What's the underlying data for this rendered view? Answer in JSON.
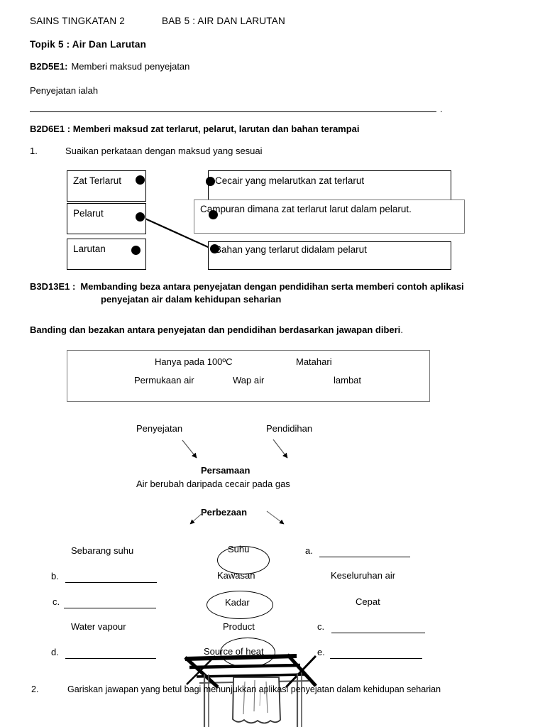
{
  "header": {
    "subject": "SAINS TINGKATAN 2",
    "chapter": "BAB 5 : AIR DAN LARUTAN",
    "topic": "Topik 5 : Air Dan Larutan"
  },
  "section_b2d5e1": {
    "code": "B2D5E1:",
    "title": "Memberi maksud penyejatan",
    "prompt": "Penyejatan ialah",
    "period": "."
  },
  "section_b2d6e1": {
    "heading": "B2D6E1 : Memberi maksud zat terlarut, pelarut, larutan dan bahan terampai",
    "question_number": "1.",
    "instruction": "Suaikan perkataan dengan maksud yang sesuai",
    "left_terms": [
      "Zat Terlarut",
      "Pelarut",
      "Larutan"
    ],
    "right_definitions": [
      "Cecair yang melarutkan zat terlarut",
      "Campuran dimana zat terlarut larut dalam pelarut.",
      "Bahan yang terlarut didalam pelarut"
    ]
  },
  "section_b3d13e1": {
    "code": "B3D13E1 :",
    "line1": "Membanding beza antara penyejatan dengan pendidihan serta memberi contoh aplikasi",
    "line2": "penyejatan air dalam kehidupan seharian",
    "instruction": "Banding dan bezakan antara penyejatan dan pendidihan berdasarkan jawapan diberi",
    "instruction_period": ".",
    "answer_bank": {
      "row1": [
        "Hanya pada 100ºC",
        "Matahari"
      ],
      "row2": [
        "Permukaan air",
        "Wap air",
        "lambat"
      ]
    }
  },
  "venn": {
    "left_label": "Penyejatan",
    "right_label": "Pendidihan",
    "similarity_title": "Persamaan",
    "similarity_text": "Air berubah daripada cecair pada gas",
    "difference_title": "Perbezaan"
  },
  "compare_grid": {
    "left_column": [
      {
        "type": "text",
        "value": "Sebarang suhu"
      },
      {
        "type": "blank",
        "label": "b."
      },
      {
        "type": "blank",
        "label": "c."
      },
      {
        "type": "text",
        "value": "Water vapour"
      },
      {
        "type": "blank",
        "label": "d."
      }
    ],
    "middle_column": [
      {
        "type": "oval",
        "value": "Suhu"
      },
      {
        "type": "text",
        "value": "Kawasan"
      },
      {
        "type": "oval",
        "value": "Kadar"
      },
      {
        "type": "text",
        "value": "Product"
      },
      {
        "type": "oval",
        "value": ""
      },
      {
        "type": "text",
        "value": "Source of heat"
      }
    ],
    "right_column": [
      {
        "type": "blank",
        "label": "a."
      },
      {
        "type": "text",
        "value": "Keseluruhan air"
      },
      {
        "type": "text",
        "value": "Cepat"
      },
      {
        "type": "blank",
        "label": "c."
      },
      {
        "type": "blank",
        "label": "e."
      }
    ]
  },
  "question_2": {
    "number": "2.",
    "text": "Gariskan jawapan yang betul bagi menunjukkan aplikasi penyejatan dalam kehidupan seharian"
  },
  "figure": {
    "name": "clothesline-drying-rack"
  },
  "colors": {
    "ink": "#000000",
    "gray_border": "#7a7a7a",
    "paper": "#ffffff"
  }
}
